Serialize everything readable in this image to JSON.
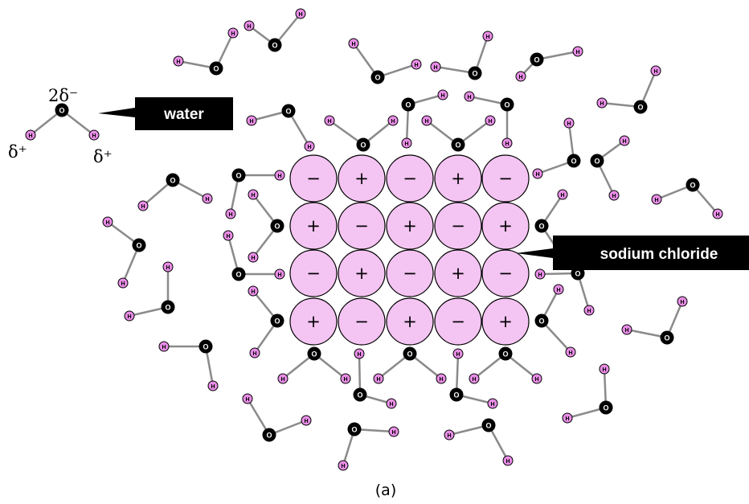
{
  "labels": {
    "water_callout": "water",
    "sodium_callout": "sodium chloride",
    "caption": "(a)",
    "charge_oxygen": "2δ⁻",
    "charge_h_left": "δ⁺",
    "charge_h_right": "δ⁺"
  },
  "atom_letters": {
    "oxygen": "O",
    "hydrogen": "H"
  },
  "colors": {
    "ion_fill": "#f4c4f2",
    "hydrogen_fill": "#e88de6",
    "oxygen_fill": "#000000",
    "bond": "#8a8a8a",
    "callout_bg": "#000000"
  },
  "lattice": {
    "rows": [
      [
        "−",
        "+",
        "−",
        "+",
        "−"
      ],
      [
        "+",
        "−",
        "+",
        "−",
        "+"
      ],
      [
        "−",
        "+",
        "−",
        "+",
        "−"
      ],
      [
        "+",
        "−",
        "+",
        "−",
        "+"
      ]
    ]
  }
}
